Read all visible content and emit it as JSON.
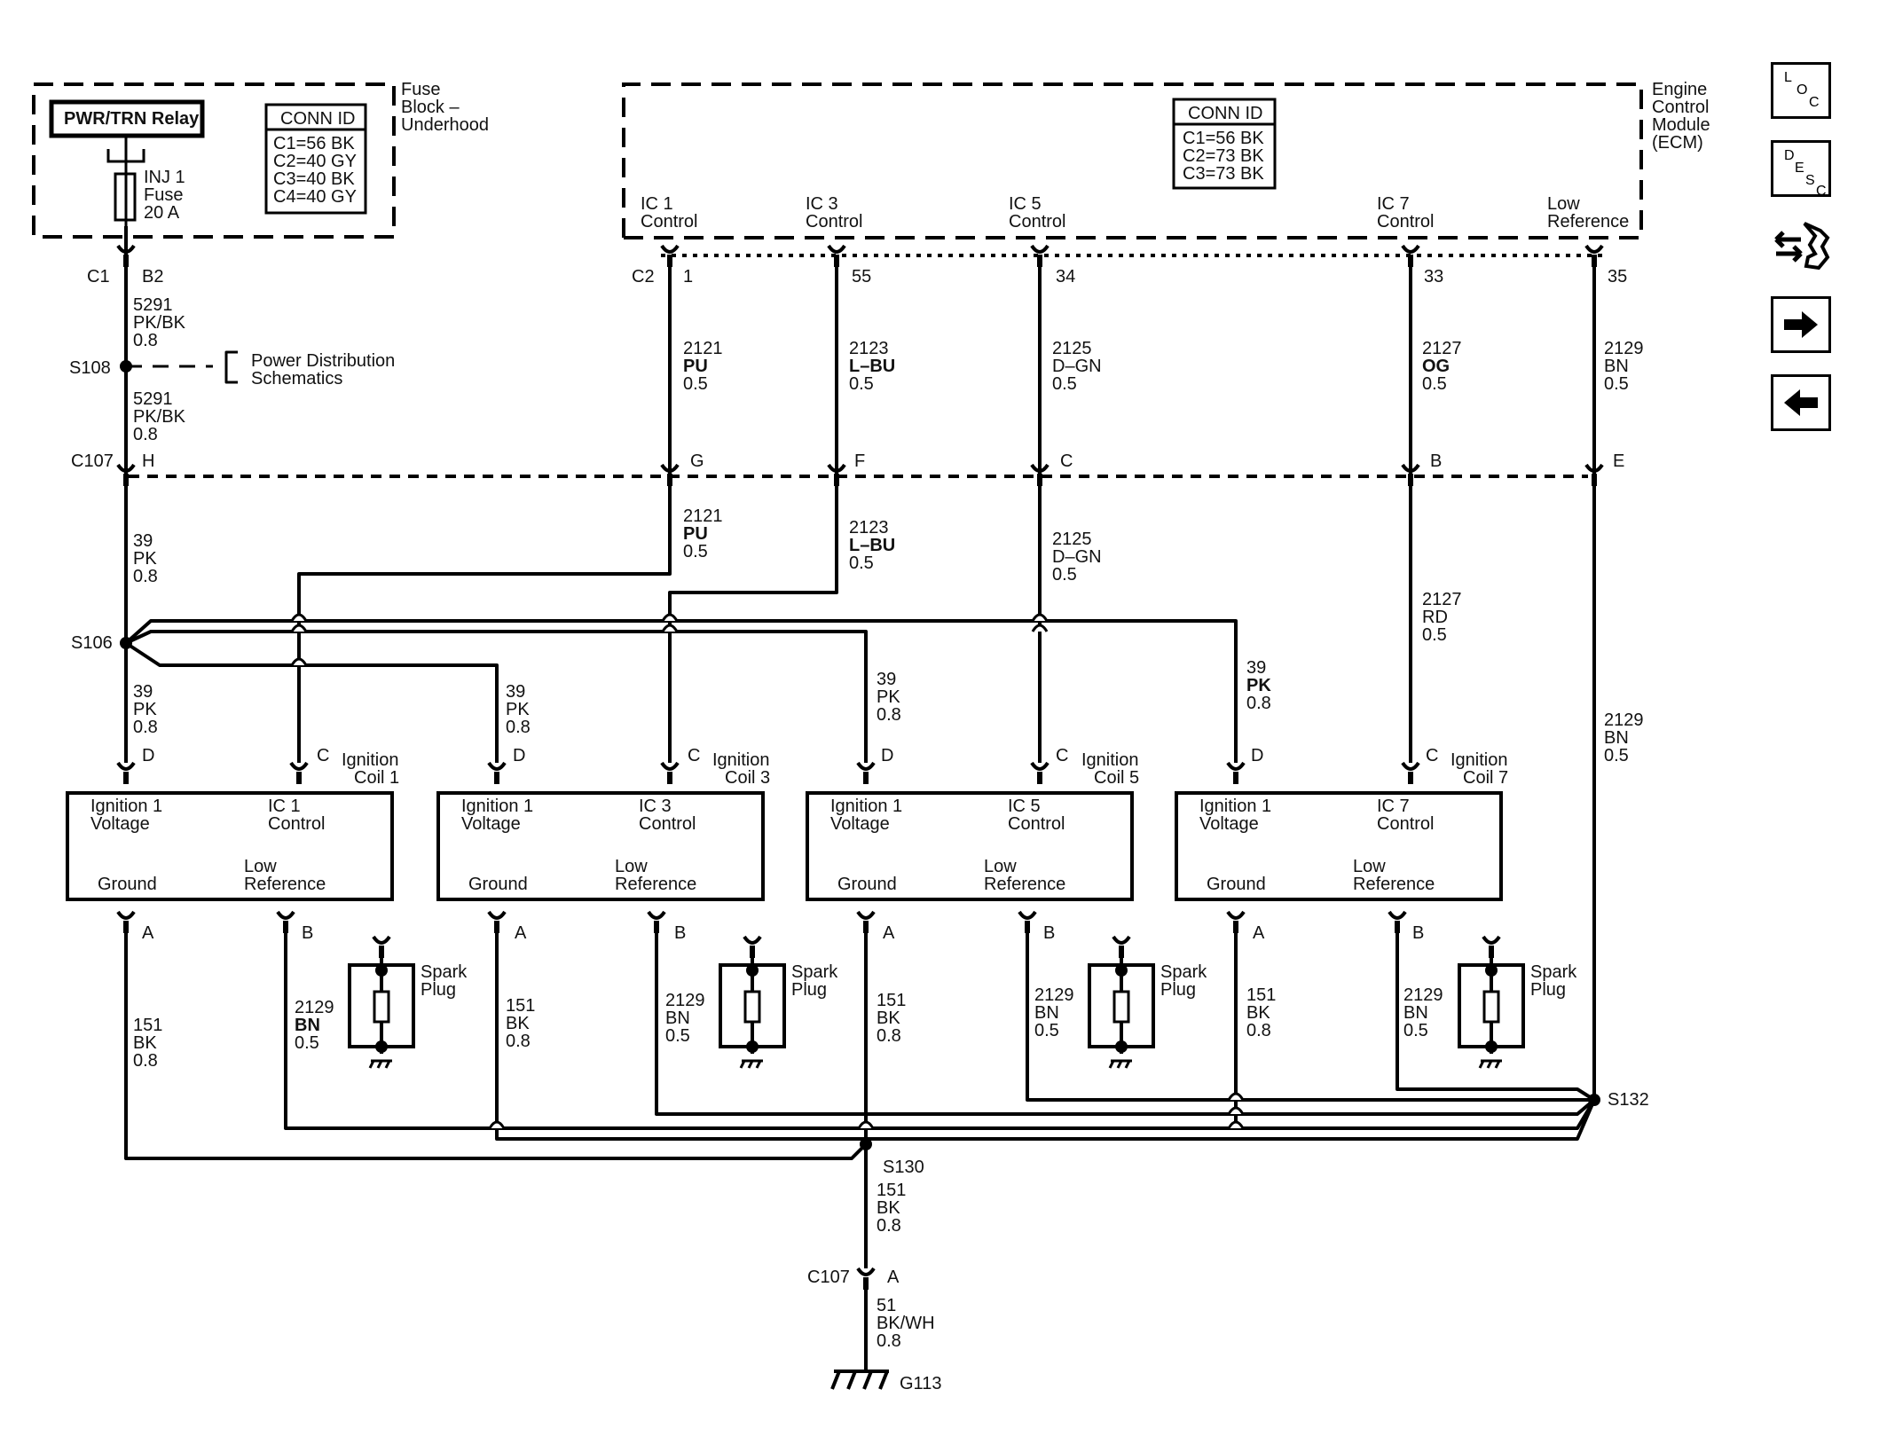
{
  "fuse_block": {
    "title_line1": "Fuse",
    "title_line2": "Block –",
    "title_line3": "Underhood",
    "relay_label": "PWR/TRN Relay",
    "fuse_label_line1": "INJ 1",
    "fuse_label_line2": "Fuse",
    "fuse_label_line3": "20 A",
    "conn_id_title": "CONN ID",
    "conn_ids": [
      "C1=56 BK",
      "C2=40 GY",
      "C3=40 BK",
      "C4=40 GY"
    ]
  },
  "ecm": {
    "title_line1": "Engine",
    "title_line2": "Control",
    "title_line3": "Module",
    "title_line4": "(ECM)",
    "conn_id_title": "CONN ID",
    "conn_ids": [
      "C1=56 BK",
      "C2=73 BK",
      "C3=73 BK"
    ],
    "connector": "C2",
    "pins": [
      {
        "label1": "IC 1",
        "label2": "Control",
        "pin": "1"
      },
      {
        "label1": "IC 3",
        "label2": "Control",
        "pin": "55"
      },
      {
        "label1": "IC 5",
        "label2": "Control",
        "pin": "34"
      },
      {
        "label1": "IC 7",
        "label2": "Control",
        "pin": "33"
      },
      {
        "label1": "Low",
        "label2": "Reference",
        "pin": "35"
      }
    ]
  },
  "power_feed": {
    "connector": "C1",
    "pin": "B2",
    "wire_upper": {
      "circuit": "5291",
      "color": "PK/BK",
      "size": "0.8"
    },
    "splice": "S108",
    "ref_line1": "Power Distribution",
    "ref_line2": "Schematics",
    "wire_lower": {
      "circuit": "5291",
      "color": "PK/BK",
      "size": "0.8"
    }
  },
  "c107_top": {
    "connector": "C107",
    "pins": [
      "H",
      "G",
      "F",
      "C",
      "B",
      "E"
    ]
  },
  "wires_ecm_side": [
    {
      "circuit": "2121",
      "color": "PU",
      "size": "0.5"
    },
    {
      "circuit": "2123",
      "color": "L–BU",
      "size": "0.5"
    },
    {
      "circuit": "2125",
      "color": "D–GN",
      "size": "0.5"
    },
    {
      "circuit": "2127",
      "color": "OG",
      "size": "0.5"
    },
    {
      "circuit": "2129",
      "color": "BN",
      "size": "0.5"
    }
  ],
  "wires_coil_side": [
    {
      "circuit": "2121",
      "color": "PU",
      "size": "0.5"
    },
    {
      "circuit": "2123",
      "color": "L–BU",
      "size": "0.5"
    },
    {
      "circuit": "2125",
      "color": "D–GN",
      "size": "0.5"
    },
    {
      "circuit": "2127",
      "color": "RD",
      "size": "0.5"
    },
    {
      "circuit": "2129",
      "color": "BN",
      "size": "0.5"
    }
  ],
  "power_trunk": {
    "upper": {
      "circuit": "39",
      "color": "PK",
      "size": "0.8"
    },
    "splice": "S106",
    "lower": {
      "circuit": "39",
      "color": "PK",
      "size": "0.8"
    },
    "branches": [
      {
        "circuit": "39",
        "color": "PK",
        "size": "0.8"
      },
      {
        "circuit": "39",
        "color": "PK",
        "size": "0.8"
      },
      {
        "circuit": "39",
        "color": "PK",
        "size": "0.8"
      }
    ]
  },
  "coils": [
    {
      "name_line1": "Ignition",
      "name_line2": "Coil 1",
      "voltage_line1": "Ignition 1",
      "voltage_line2": "Voltage",
      "control_line1": "IC 1",
      "control_line2": "Control",
      "ground_label": "Ground",
      "lowref_line1": "Low",
      "lowref_line2": "Reference",
      "pin_voltage": "D",
      "pin_control": "C",
      "pin_ground": "A",
      "pin_lowref": "B",
      "spark_line1": "Spark",
      "spark_line2": "Plug",
      "ground_wire": {
        "circuit": "151",
        "color": "BK",
        "size": "0.8"
      },
      "lowref_wire": {
        "circuit": "2129",
        "color": "BN",
        "size": "0.5"
      }
    },
    {
      "name_line1": "Ignition",
      "name_line2": "Coil 3",
      "voltage_line1": "Ignition 1",
      "voltage_line2": "Voltage",
      "control_line1": "IC 3",
      "control_line2": "Control",
      "ground_label": "Ground",
      "lowref_line1": "Low",
      "lowref_line2": "Reference",
      "pin_voltage": "D",
      "pin_control": "C",
      "pin_ground": "A",
      "pin_lowref": "B",
      "spark_line1": "Spark",
      "spark_line2": "Plug",
      "ground_wire": {
        "circuit": "151",
        "color": "BK",
        "size": "0.8"
      },
      "lowref_wire": {
        "circuit": "2129",
        "color": "BN",
        "size": "0.5"
      }
    },
    {
      "name_line1": "Ignition",
      "name_line2": "Coil 5",
      "voltage_line1": "Ignition 1",
      "voltage_line2": "Voltage",
      "control_line1": "IC 5",
      "control_line2": "Control",
      "ground_label": "Ground",
      "lowref_line1": "Low",
      "lowref_line2": "Reference",
      "pin_voltage": "D",
      "pin_control": "C",
      "pin_ground": "A",
      "pin_lowref": "B",
      "spark_line1": "Spark",
      "spark_line2": "Plug",
      "ground_wire": {
        "circuit": "151",
        "color": "BK",
        "size": "0.8"
      },
      "lowref_wire": {
        "circuit": "2129",
        "color": "BN",
        "size": "0.5"
      }
    },
    {
      "name_line1": "Ignition",
      "name_line2": "Coil 7",
      "voltage_line1": "Ignition 1",
      "voltage_line2": "Voltage",
      "control_line1": "IC 7",
      "control_line2": "Control",
      "ground_label": "Ground",
      "lowref_line1": "Low",
      "lowref_line2": "Reference",
      "pin_voltage": "D",
      "pin_control": "C",
      "pin_ground": "A",
      "pin_lowref": "B",
      "spark_line1": "Spark",
      "spark_line2": "Plug",
      "ground_wire": {
        "circuit": "151",
        "color": "BK",
        "size": "0.8"
      },
      "lowref_wire": {
        "circuit": "2129",
        "color": "BN",
        "size": "0.5"
      }
    }
  ],
  "low_ref_trunk": {
    "circuit": "2129",
    "color": "BN",
    "size": "0.5",
    "splice": "S132"
  },
  "ground_circuit": {
    "splice": "S130",
    "wire_upper": {
      "circuit": "151",
      "color": "BK",
      "size": "0.8"
    },
    "connector": "C107",
    "pin": "A",
    "wire_lower": {
      "circuit": "51",
      "color": "BK/WH",
      "size": "0.8"
    },
    "ground": "G113"
  },
  "nav": {
    "loc_letters": [
      "L",
      "O",
      "C"
    ],
    "desc_letters": [
      "D",
      "E",
      "S",
      "C"
    ],
    "connector_icon": "connector-view-icon",
    "next_icon": "arrow-right-icon",
    "prev_icon": "arrow-left-icon"
  }
}
